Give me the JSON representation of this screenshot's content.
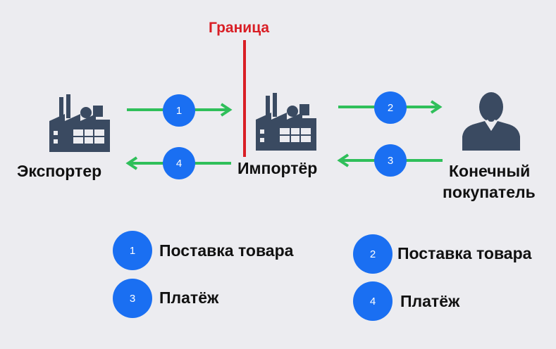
{
  "border": {
    "label": "Граница",
    "color": "#d91e25"
  },
  "nodes": {
    "exporter": "Экспортер",
    "importer": "Импортёр",
    "buyer_line1": "Конечный",
    "buyer_line2": "покупатель"
  },
  "flows": [
    {
      "step": "1"
    },
    {
      "step": "2"
    },
    {
      "step": "3"
    },
    {
      "step": "4"
    }
  ],
  "legend": [
    {
      "step": "1",
      "text": "Поставка товара"
    },
    {
      "step": "3",
      "text": "Платёж"
    },
    {
      "step": "2",
      "text": "Поставка товара"
    },
    {
      "step": "4",
      "text": "Платёж"
    }
  ],
  "colors": {
    "arrow": "#2fbf5a",
    "badge": "#1a6ff2",
    "icon": "#3a4a61"
  }
}
